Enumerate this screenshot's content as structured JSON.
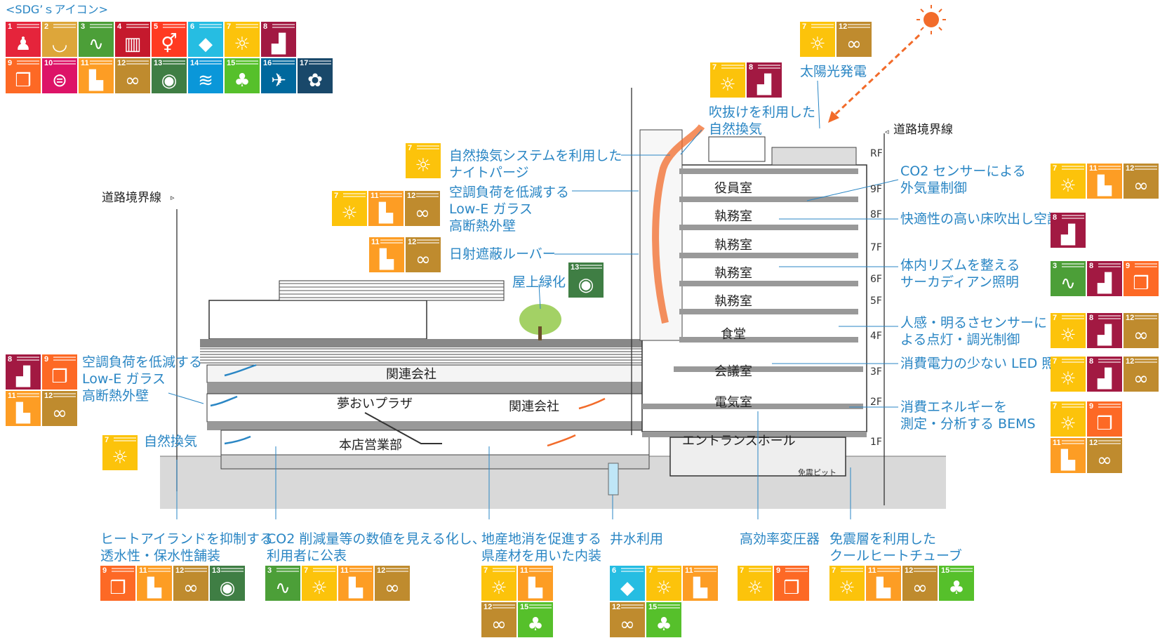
{
  "sdg_header": "<SDG’ｓアイコン>",
  "goal_colors": {
    "1": "#e5243b",
    "2": "#dda63a",
    "3": "#4c9f38",
    "4": "#c5192d",
    "5": "#ff3a21",
    "6": "#26bde2",
    "7": "#fcc30b",
    "8": "#a21942",
    "9": "#fd6925",
    "10": "#dd1367",
    "11": "#fd9d24",
    "12": "#bf8b2e",
    "13": "#3f7e44",
    "14": "#0a97d9",
    "15": "#56c02b",
    "16": "#00689d",
    "17": "#19486a"
  },
  "goal_icons": {
    "1": "family-icon",
    "2": "bowl-icon",
    "3": "heartbeat-icon",
    "4": "book-icon",
    "5": "gender-icon",
    "6": "water-drop-icon",
    "7": "sun-icon",
    "8": "growth-chart-icon",
    "9": "cubes-icon",
    "10": "equal-icon",
    "11": "buildings-icon",
    "12": "infinity-icon",
    "13": "eye-earth-icon",
    "14": "fish-icon",
    "15": "tree-icon",
    "16": "dove-icon",
    "17": "rings-icon"
  },
  "goal_glyphs": {
    "1": "♟",
    "2": "◡",
    "3": "∿",
    "4": "▥",
    "5": "⚥",
    "6": "◆",
    "7": "☼",
    "8": "▟",
    "9": "❒",
    "10": "⊜",
    "11": "▙",
    "12": "∞",
    "13": "◉",
    "14": "≋",
    "15": "♣",
    "16": "✈",
    "17": "✿"
  },
  "legend_row1": [
    1,
    2,
    3,
    4,
    5,
    6,
    7,
    8
  ],
  "legend_row2": [
    9,
    10,
    11,
    12,
    13,
    14,
    15,
    16,
    17
  ],
  "road_boundary_left": "道路境界線",
  "road_boundary_right": "道路境界線",
  "floors": [
    "RF",
    "9F",
    "8F",
    "7F",
    "6F",
    "5F",
    "4F",
    "3F",
    "2F",
    "1F"
  ],
  "rooms": {
    "executive": "役員室",
    "office1": "執務室",
    "office2": "執務室",
    "office3": "執務室",
    "office4": "執務室",
    "cafeteria": "食堂",
    "meeting": "会議室",
    "electrical": "電気室",
    "entrance_hall": "エントランスホール",
    "seismic_pit": "免震ピット",
    "affiliate_upper": "関連会社",
    "affiliate_right": "関連会社",
    "plaza": "夢おいプラザ",
    "main_branch": "本店営業部"
  },
  "features": {
    "solar": {
      "text": [
        "太陽光発電"
      ],
      "goals": [
        7,
        12
      ]
    },
    "atrium": {
      "text": [
        "吹抜けを利用した",
        "自然換気"
      ],
      "goals": [
        7,
        8
      ]
    },
    "night_purge": {
      "text": [
        "自然換気システムを利用した",
        "ナイトパージ"
      ],
      "goals": [
        7
      ]
    },
    "lowe_upper": {
      "text": [
        "空調負荷を低減する",
        "Low-E ガラス",
        "高断熱外壁"
      ],
      "goals": [
        7,
        11,
        12
      ]
    },
    "louver": {
      "text": [
        "日射遮蔽ルーバー"
      ],
      "goals": [
        11,
        12
      ]
    },
    "green_roof": {
      "text": [
        "屋上緑化"
      ],
      "goals": [
        13
      ]
    },
    "lowe_left": {
      "text": [
        "空調負荷を低減する",
        "Low-E ガラス",
        "高断熱外壁"
      ],
      "goals": [
        8,
        9,
        11,
        12
      ]
    },
    "nat_vent": {
      "text": [
        "自然換気"
      ],
      "goals": [
        7
      ]
    },
    "co2_sensor": {
      "text": [
        "CO2 センサーによる",
        "外気量制御"
      ],
      "goals": [
        7,
        11,
        12
      ]
    },
    "floor_ac": {
      "text": [
        "快適性の高い床吹出し空調"
      ],
      "goals": [
        8
      ]
    },
    "circadian": {
      "text": [
        "体内リズムを整える",
        "サーカディアン照明"
      ],
      "goals": [
        3,
        8,
        9
      ]
    },
    "sensor_light": {
      "text": [
        "人感・明るさセンサーに",
        "よる点灯・調光制御"
      ],
      "goals": [
        7,
        8,
        12
      ]
    },
    "led": {
      "text": [
        "消費電力の少ない LED 照明"
      ],
      "goals": [
        7,
        8,
        12
      ]
    },
    "bems": {
      "text": [
        "消費エネルギーを",
        "測定・分析する BEMS"
      ],
      "goals": [
        7,
        9,
        11,
        12
      ]
    },
    "heat_island": {
      "text": [
        "ヒートアイランドを抑制する",
        "透水性・保水性舗装"
      ],
      "goals": [
        9,
        11,
        12,
        13
      ]
    },
    "co2_display": {
      "text": [
        "CO2 削減量等の数値を見える化し、",
        "利用者に公表"
      ],
      "goals": [
        3,
        7,
        11,
        12
      ]
    },
    "local_wood": {
      "text": [
        "地産地消を促進する",
        "県産材を用いた内装"
      ],
      "goals": [
        7,
        11,
        12,
        15
      ]
    },
    "well_water": {
      "text": [
        "井水利用"
      ],
      "goals": [
        6,
        7,
        11,
        12,
        15
      ]
    },
    "transformer": {
      "text": [
        "高効率変圧器"
      ],
      "goals": [
        7,
        9
      ]
    },
    "cool_tube": {
      "text": [
        "免震層を利用した",
        "クールヒートチューブ"
      ],
      "goals": [
        7,
        11,
        12,
        15
      ]
    }
  }
}
